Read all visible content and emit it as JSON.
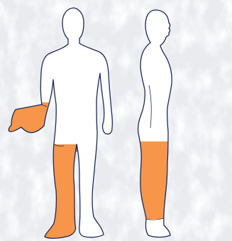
{
  "diagram": {
    "views": [
      "front",
      "side"
    ],
    "highlighted_regions": [
      "right-hand",
      "right-leg",
      "side-leg"
    ],
    "colors": {
      "outline": "#1c2a5c",
      "body_fill": "#ffffff",
      "highlight": "#f7954a",
      "background": "#e9ebef",
      "texture": "#ffffff"
    }
  }
}
